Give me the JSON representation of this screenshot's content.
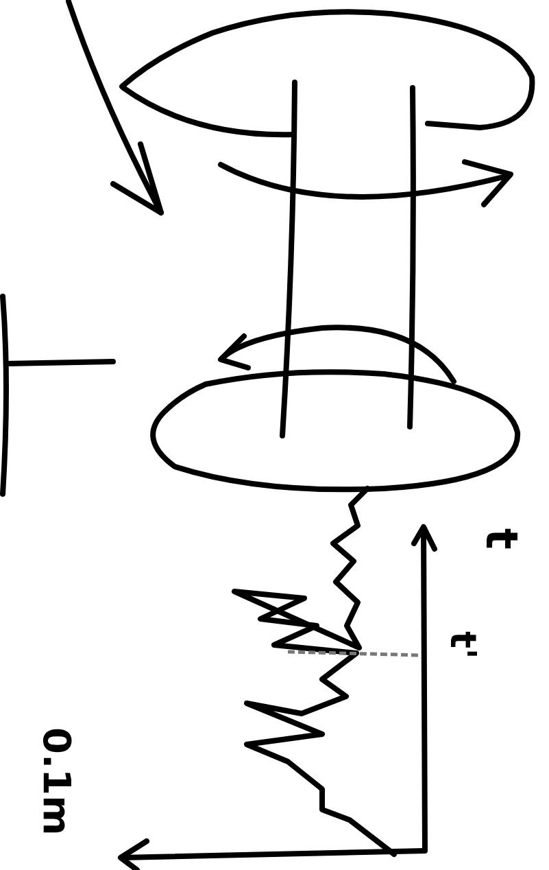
{
  "diagram": {
    "labels": [
      "t",
      "t'",
      "0.1m"
    ]
  }
}
